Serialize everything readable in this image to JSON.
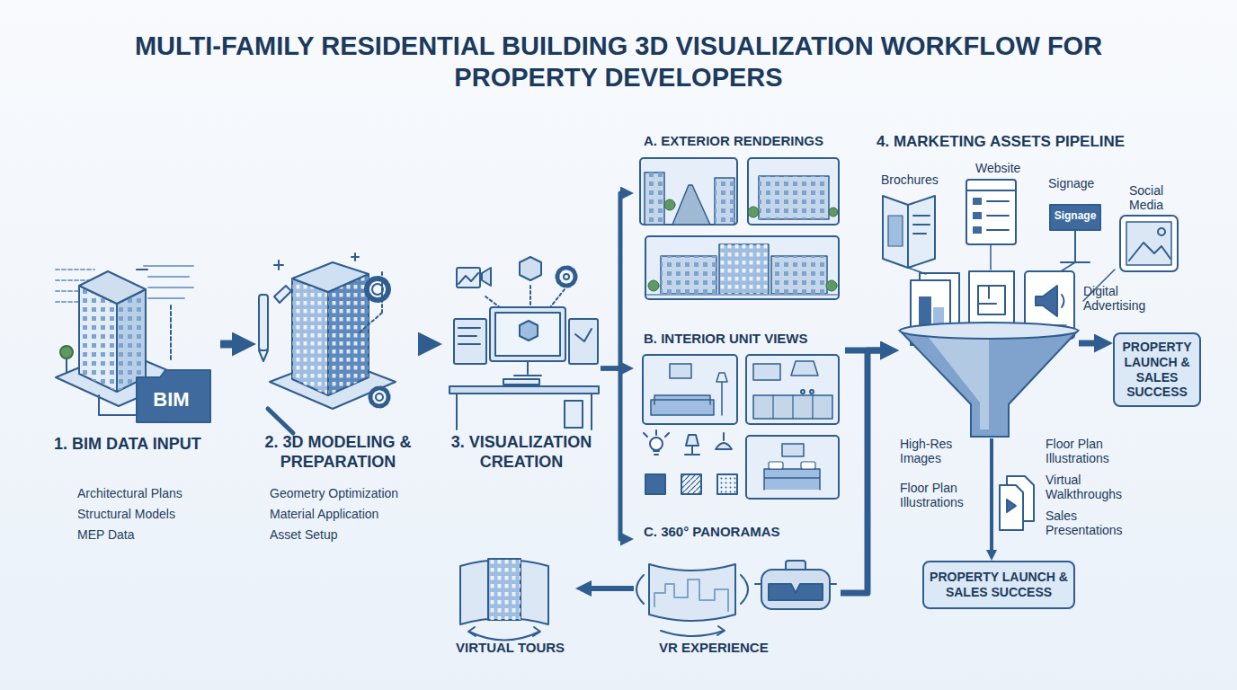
{
  "diagram": {
    "title": "MULTI-FAMILY RESIDENTIAL BUILDING 3D VISUALIZATION WORKFLOW FOR PROPERTY DEVELOPERS",
    "nodes": [
      {
        "text": [
          "1. BIM DATA INPUT",
          "Architectural Plans",
          "Structural Models",
          "MEP Data"
        ]
      },
      {
        "text": [
          "2. 3D MODELING & PREPARATION",
          "Geometry Optimization",
          "Material Application",
          "Asset Setup"
        ]
      },
      {
        "text": [
          "3. VISUALIZATION CREATION"
        ]
      },
      {
        "text": [
          "A. EXTERIOR RENDERINGS"
        ]
      },
      {
        "text": [
          "B. INTERIOR UNIT VIEWS"
        ]
      },
      {
        "text": [
          "C. 360° PANORAMAS",
          "VR EXPERIENCE"
        ]
      },
      {
        "text": [
          "VIRTUAL TOURS"
        ]
      },
      {
        "text": [
          "4. MARKETING ASSETS PIPELINE"
        ]
      },
      {
        "text": [
          "PROPERTY LAUNCH & SALES SUCCESS"
        ]
      },
      {
        "text": [
          "PROPERTY LAUNCH & SALES SUCCESS"
        ]
      }
    ],
    "edges": [
      {
        "from": 0,
        "to": 1,
        "arrow": "to"
      },
      {
        "from": 1,
        "to": 2,
        "arrow": "to"
      },
      {
        "from": 2,
        "to": 3,
        "arrow": "to"
      },
      {
        "from": 2,
        "to": 4,
        "arrow": "to"
      },
      {
        "from": 2,
        "to": 5,
        "arrow": "to"
      },
      {
        "from": 5,
        "to": 6,
        "arrow": "to"
      },
      {
        "from": 4,
        "to": 7,
        "arrow": "to"
      },
      {
        "from": 5,
        "to": 7,
        "arrow": "to"
      },
      {
        "from": 7,
        "to": 8,
        "arrow": "to"
      },
      {
        "from": 7,
        "to": 9,
        "arrow": "to"
      }
    ],
    "labels": [
      "BIM",
      "Brochures",
      "Website",
      "Signage",
      "Signage",
      "Social Media",
      "Digital Advertising",
      "High-Res Images",
      "Floor Plan Illustrations",
      "Floor Plan Illustrations",
      "Virtual Walkthroughs",
      "Sales Presentations"
    ]
  }
}
